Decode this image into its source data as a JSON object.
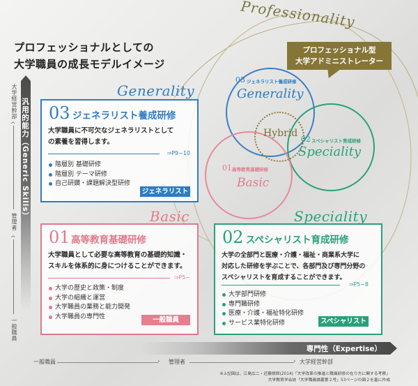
{
  "title": {
    "line1": "プロフェッショナルとしての",
    "line2": "大学職員の成長モデルイメージ"
  },
  "professionality_label": "Professionality",
  "callout": {
    "line1": "プロフェッショナル型",
    "line2": "大学アドミニストレーター",
    "color": "#857638"
  },
  "vertical_axis": {
    "label": "汎用的能力（Generic Skills）",
    "ticks": [
      "大学経営幹部",
      "管理者",
      "一般職員"
    ]
  },
  "horizontal_axis": {
    "label": "専門性（Expertise）",
    "ticks": [
      "一般職員",
      "管理者",
      "大学経営幹部"
    ]
  },
  "venn": {
    "generality": {
      "num": "03",
      "sub": "ジェネラリスト養成研修",
      "script": "Generality",
      "color": "#3b7fc4"
    },
    "speciality": {
      "num": "02",
      "sub": "スペシャリスト育成研修",
      "script": "Speciality",
      "color": "#2aa07a"
    },
    "basic": {
      "num": "01",
      "sub": "高等教育基礎研修",
      "script": "Basic",
      "color": "#e58b98"
    },
    "hybrid": "Hybrid"
  },
  "boxes": {
    "generality": {
      "script": "Generality",
      "num": "03",
      "heading": "ジェネラリスト養成研修",
      "desc_line1": "大学職員に不可欠なジェネラリストとして",
      "desc_line2": "の素養を習得します。",
      "pages": "⇒P9~10",
      "items": [
        "階層別 基礎研修",
        "階層別 テーマ研修",
        "自己研鑽・課題解決型研修"
      ],
      "tag": "ジェネラリスト",
      "color": "#2f7cc1"
    },
    "basic": {
      "script": "Basic",
      "num": "01",
      "heading": "高等教育基礎研修",
      "desc_line1": "大学職員として必要な高等教育の基礎的知識・",
      "desc_line2": "スキルを体系的に身につけることができます。",
      "pages": "⇒P5~",
      "items": [
        "大学の歴史と政策・制度",
        "大学の組織と運営",
        "大学職員の業務と能力開発",
        "大学職員の専門性"
      ],
      "tag": "一般職員",
      "color": "#e07a8a"
    },
    "speciality": {
      "script": "Speciality",
      "num": "02",
      "heading": "スペシャリスト育成研修",
      "desc_line1": "大学の全部門と医療・介護・福祉・商業系大学に",
      "desc_line2": "対応した研修を学ぶことで、各部門及び専門分野の",
      "desc_line3": "スペシャリストを育成することができます。",
      "pages": "⇒P5~8",
      "items": [
        "大学部門研修",
        "専門職研修",
        "医療・介護・福祉特化研修",
        "サービス業特化研修"
      ],
      "tag": "スペシャリスト",
      "color": "#2aa07a"
    }
  },
  "footnote": {
    "line1": "※上記図は、江島広二・近藤鉄郎(2014)「大学改革の推進と職員研修の在り方に関する考察」",
    "line2": "大学教育学会誌「大学職員論叢第２号」53ページの図２を基に作成"
  }
}
